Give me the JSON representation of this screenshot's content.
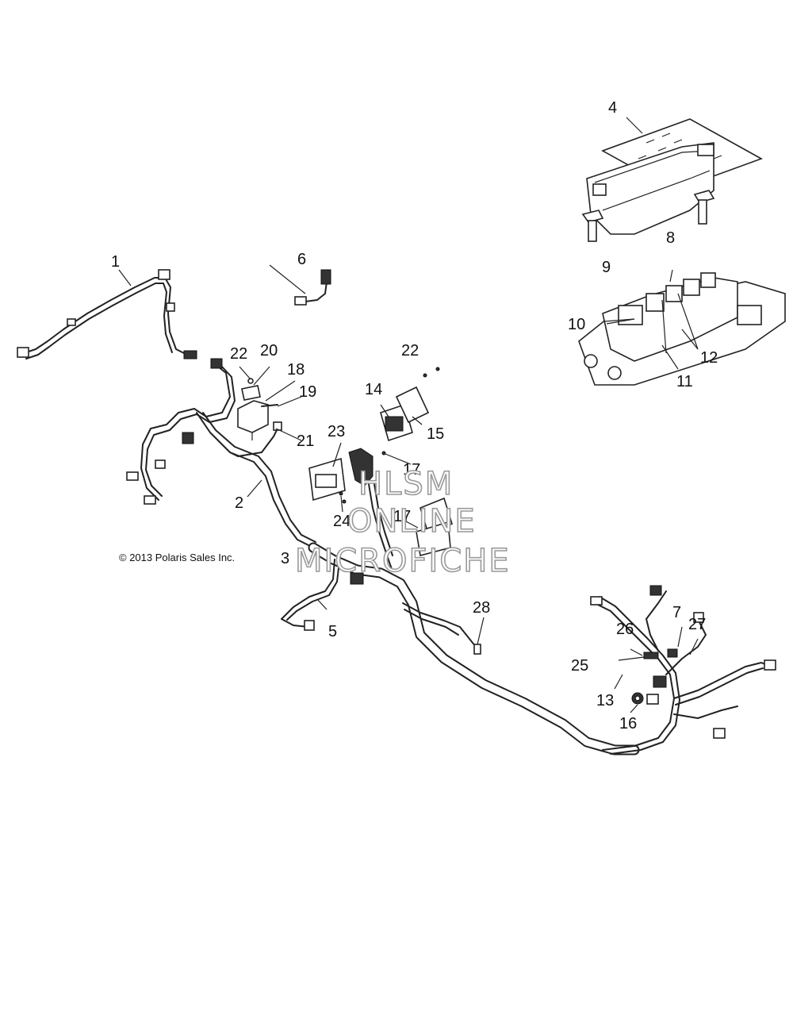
{
  "copyright": "© 2013 Polaris Sales Inc.",
  "watermark": [
    "HLSM",
    "ONLINE",
    "MICROFICHE"
  ],
  "callouts": [
    "1",
    "2",
    "3",
    "4",
    "5",
    "6",
    "7",
    "8",
    "9",
    "10",
    "11",
    "12",
    "13",
    "14",
    "15",
    "16",
    "17",
    "17",
    "18",
    "19",
    "20",
    "21",
    "22",
    "22",
    "23",
    "24",
    "25",
    "26",
    "27",
    "28"
  ]
}
